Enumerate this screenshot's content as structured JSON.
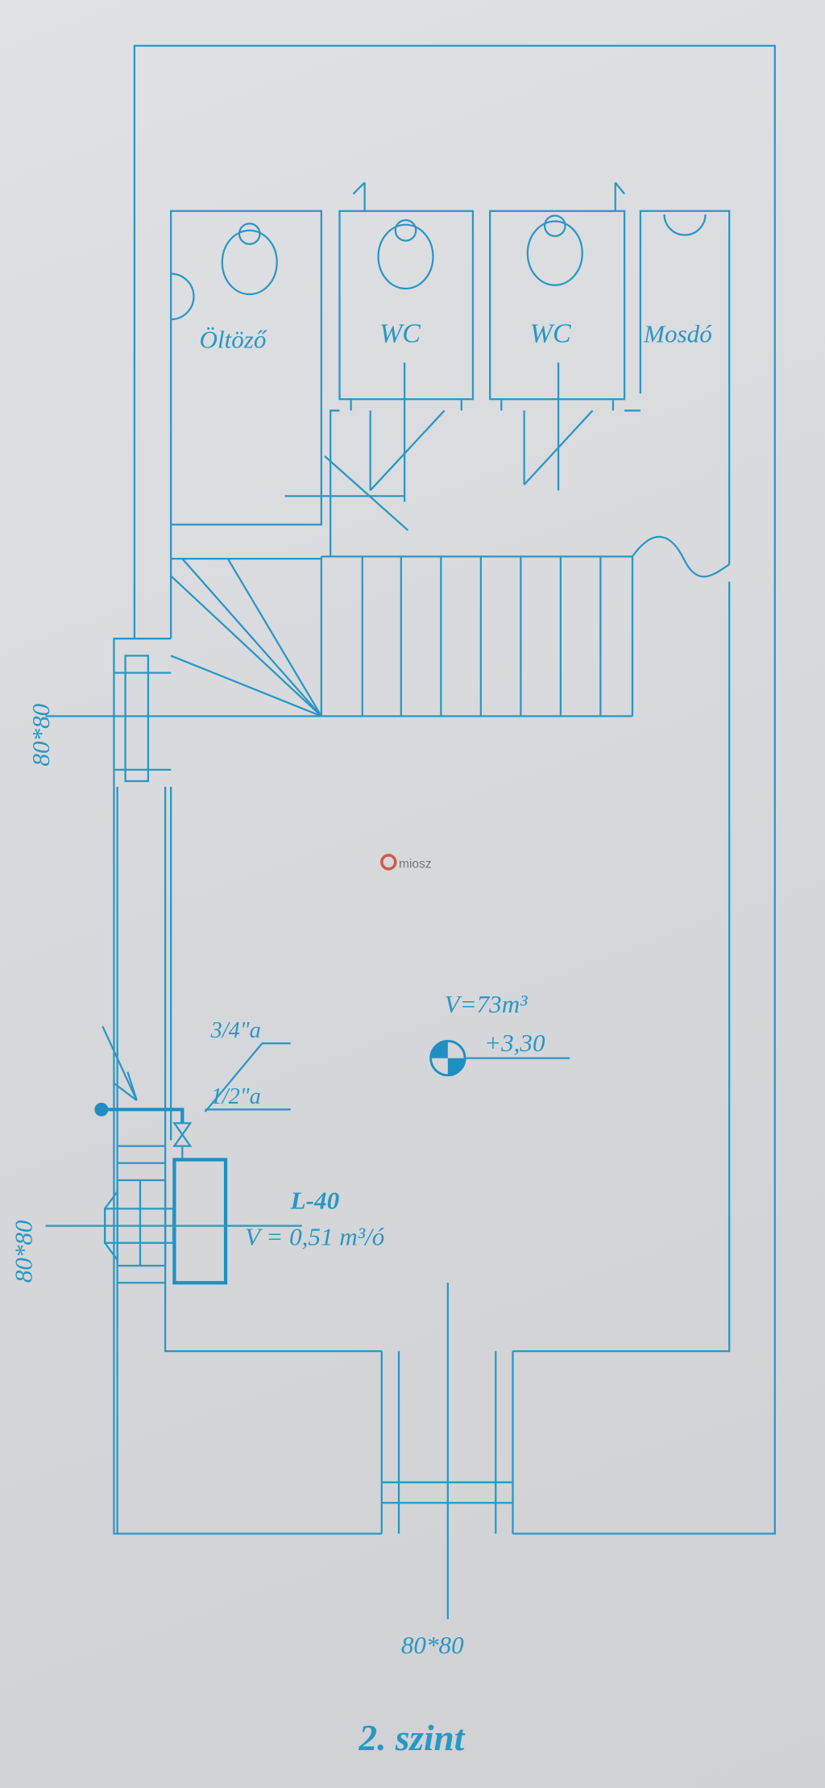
{
  "plan": {
    "title": "2. szint",
    "rooms": [
      {
        "label": "Öltöző"
      },
      {
        "label": "WC"
      },
      {
        "label": "WC"
      },
      {
        "label": "Mosdó"
      }
    ],
    "main_room": {
      "volume": "V=73m³",
      "elevation": "+3,30"
    },
    "pipes": {
      "upper": "3/4\"a",
      "lower": "1/2\"a"
    },
    "heater": {
      "model": "L-40",
      "flow": "V = 0,51 m³/ó"
    },
    "windows": {
      "left_upper": "80*80",
      "left_lower": "80*80",
      "bottom": "80*80"
    },
    "watermark": "miosz",
    "line_color": "#2a97c4"
  }
}
